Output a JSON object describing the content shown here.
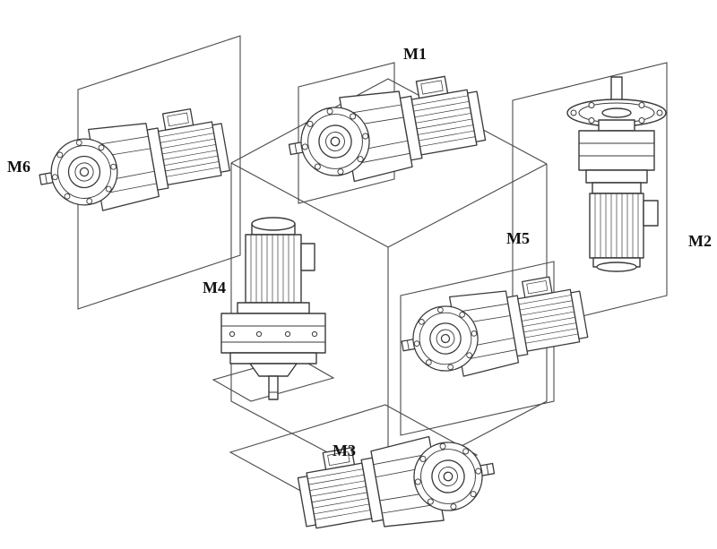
{
  "diagram": {
    "name": "gearmotor-mounting-positions",
    "background": "#ffffff",
    "line_color": "#3a3a3a",
    "positions": {
      "m1": "M1",
      "m2": "M2",
      "m3": "M3",
      "m4": "M4",
      "m5": "M5",
      "m6": "M6"
    }
  }
}
